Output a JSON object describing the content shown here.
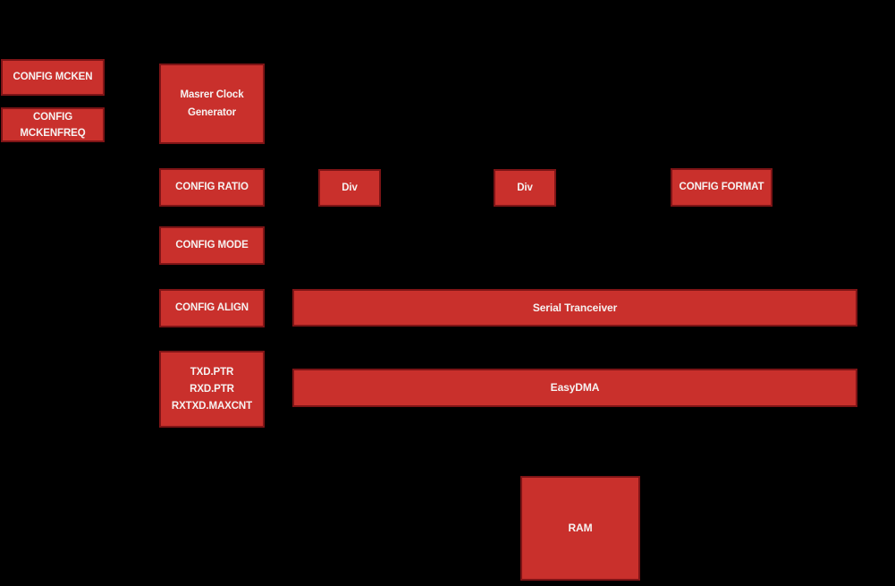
{
  "diagram": {
    "title": "peripheral-block-diagram",
    "colors": {
      "background": "#000000",
      "box_fill": "#C9302C",
      "box_border": "#7E1416",
      "label_color": "#F6F2F1"
    },
    "blocks": {
      "config_mcken": {
        "label": "CONFIG MCKEN"
      },
      "config_mckenfreq": {
        "lines": [
          "CONFIG",
          "MCKENFREQ"
        ]
      },
      "master_clock_generator": {
        "lines": [
          "Masrer Clock",
          "Generator"
        ]
      },
      "config_ratio": {
        "label": "CONFIG RATIO"
      },
      "div_left": {
        "label": "Div"
      },
      "div_right": {
        "label": "Div"
      },
      "config_format": {
        "label": "CONFIG FORMAT"
      },
      "config_mode": {
        "label": "CONFIG MODE"
      },
      "config_align": {
        "label": "CONFIG ALIGN"
      },
      "serial_tranceiver": {
        "label": "Serial Tranceiver"
      },
      "dma_registers": {
        "lines": [
          "TXD.PTR",
          "RXD.PTR",
          "RXTXD.MAXCNT"
        ]
      },
      "easydma": {
        "label": "EasyDMA"
      },
      "ram": {
        "label": "RAM"
      }
    }
  }
}
